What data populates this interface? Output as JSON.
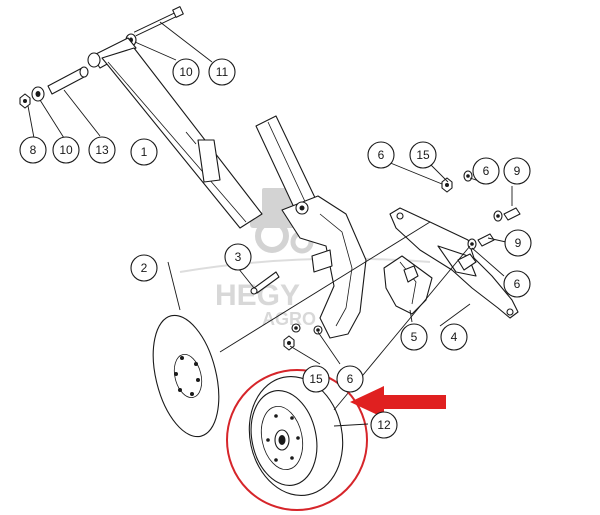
{
  "watermark": {
    "line1": "HEGY",
    "line2": "AGRO"
  },
  "callouts": [
    {
      "id": "c1",
      "label": "1"
    },
    {
      "id": "c2",
      "label": "2"
    },
    {
      "id": "c3",
      "label": "3"
    },
    {
      "id": "c4",
      "label": "4"
    },
    {
      "id": "c5",
      "label": "5"
    },
    {
      "id": "c6a",
      "label": "6"
    },
    {
      "id": "c6b",
      "label": "6"
    },
    {
      "id": "c6c",
      "label": "6"
    },
    {
      "id": "c6d",
      "label": "6"
    },
    {
      "id": "c8",
      "label": "8"
    },
    {
      "id": "c9a",
      "label": "9"
    },
    {
      "id": "c9b",
      "label": "9"
    },
    {
      "id": "c10a",
      "label": "10"
    },
    {
      "id": "c10b",
      "label": "10"
    },
    {
      "id": "c11",
      "label": "11"
    },
    {
      "id": "c12",
      "label": "12"
    },
    {
      "id": "c13",
      "label": "13"
    },
    {
      "id": "c15a",
      "label": "15"
    },
    {
      "id": "c15b",
      "label": "15"
    }
  ],
  "highlight": {
    "ring_color": "#d6252a",
    "arrow_color": "#e02020",
    "target_part": "12"
  }
}
